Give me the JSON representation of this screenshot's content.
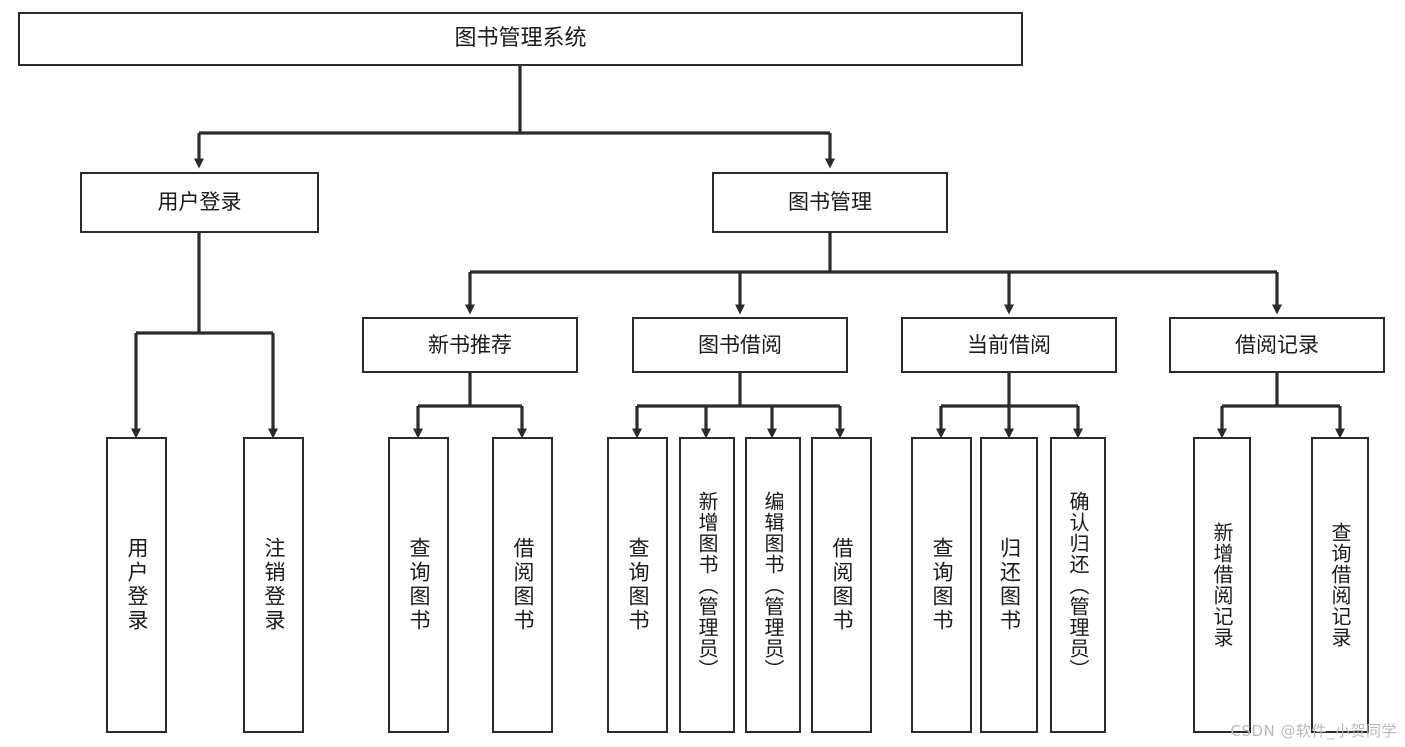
{
  "diagram": {
    "type": "tree-hierarchy-chart",
    "title": "图书管理系统",
    "root": {
      "id": "root",
      "label": "图书管理系统"
    },
    "level2": [
      {
        "id": "user-login",
        "label": "用户登录"
      },
      {
        "id": "book-manage",
        "label": "图书管理"
      }
    ],
    "level3": [
      {
        "id": "new-book-rec",
        "label": "新书推荐"
      },
      {
        "id": "book-borrow",
        "label": "图书借阅"
      },
      {
        "id": "current-borrow",
        "label": "当前借阅"
      },
      {
        "id": "borrow-record",
        "label": "借阅记录"
      }
    ],
    "leaves": [
      {
        "id": "leaf-user-login",
        "label": "用户登录",
        "parent": "user-login"
      },
      {
        "id": "leaf-user-logout",
        "label": "注销登录",
        "parent": "user-login"
      },
      {
        "id": "leaf-query-book-1",
        "label": "查询图书",
        "parent": "new-book-rec"
      },
      {
        "id": "leaf-borrow-book-1",
        "label": "借阅图书",
        "parent": "new-book-rec"
      },
      {
        "id": "leaf-query-book-2",
        "label": "查询图书",
        "parent": "book-borrow"
      },
      {
        "id": "leaf-add-book",
        "label": "新增图书（管理员）",
        "parent": "book-borrow"
      },
      {
        "id": "leaf-edit-book",
        "label": "编辑图书（管理员）",
        "parent": "book-borrow"
      },
      {
        "id": "leaf-borrow-book-2",
        "label": "借阅图书",
        "parent": "book-borrow"
      },
      {
        "id": "leaf-query-book-3",
        "label": "查询图书",
        "parent": "current-borrow"
      },
      {
        "id": "leaf-return-book",
        "label": "归还图书",
        "parent": "current-borrow"
      },
      {
        "id": "leaf-confirm-return",
        "label": "确认归还（管理员）",
        "parent": "current-borrow"
      },
      {
        "id": "leaf-add-record",
        "label": "新增借阅记录",
        "parent": "borrow-record"
      },
      {
        "id": "leaf-query-record",
        "label": "查询借阅记录",
        "parent": "borrow-record"
      }
    ]
  },
  "watermark": {
    "text": "CSDN @软件_小贺同学"
  },
  "colors": {
    "stroke": "#2b2b2b",
    "text": "#1a1a1a",
    "background": "#ffffff",
    "watermark": "#b9b9b9"
  }
}
